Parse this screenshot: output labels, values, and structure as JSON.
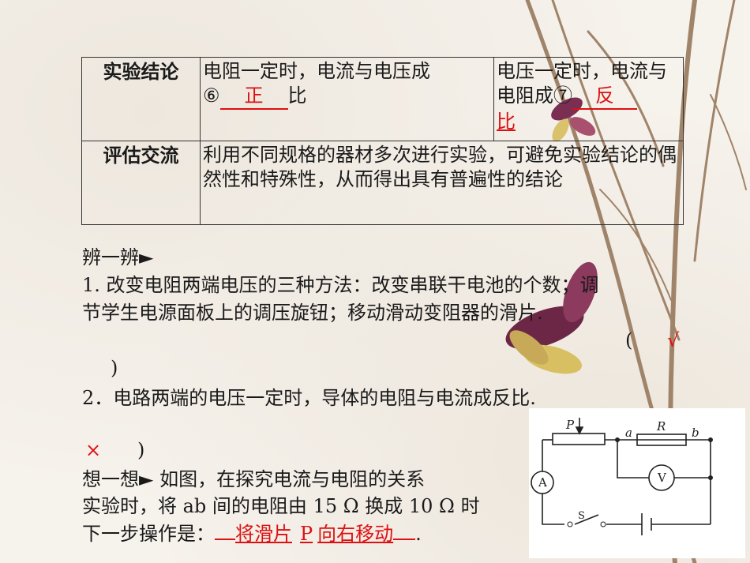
{
  "table": {
    "rows": [
      {
        "heading": "实验结论",
        "left_text_before": "电阻一定时，电流与电压成",
        "left_circle": "⑥",
        "left_answer": "正",
        "left_text_after": "比",
        "right_text_before": "电压一定时，电流与电阻成",
        "right_circle": "⑦",
        "right_answer_line1": "反",
        "right_answer_line2": "比"
      },
      {
        "heading": "评估交流",
        "text": "利用不同规格的器材多次进行实验，可避免实验结论的偶然性和特殊性，从而得出具有普遍性的结论"
      }
    ]
  },
  "distinguish": {
    "title": "辨一辨►",
    "q1_line1": "1. 改变电阻两端电压的三种方法：改变串联干电池的个数；调",
    "q1_line2": "节学生电源面板上的调压旋钮；移动滑动变阻器的滑片.",
    "q1_open": "(",
    "q1_answer": "√",
    "q1_close": ")",
    "q2_text": "2．电路两端的电压一定时，导体的电阻与电流成反比.",
    "q2_answer": "×",
    "q2_close": ")"
  },
  "think": {
    "line1": "想一想► 如图，在探究电流与电阻的关系",
    "line2": "实验时，将 ab 间的电阻由 15 Ω 换成 10 Ω 时",
    "line3_prefix": "下一步操作是：",
    "line3_answer_a": "将滑片",
    "line3_answer_p": "P",
    "line3_answer_b": "向右移动",
    "line3_suffix": "."
  },
  "circuit": {
    "label_p": "P",
    "label_a": "a",
    "label_r": "R",
    "label_b": "b",
    "label_ammeter": "A",
    "label_voltmeter": "V",
    "label_switch": "S"
  },
  "colors": {
    "answer": "#dd1111",
    "text": "#1a1a1a"
  }
}
